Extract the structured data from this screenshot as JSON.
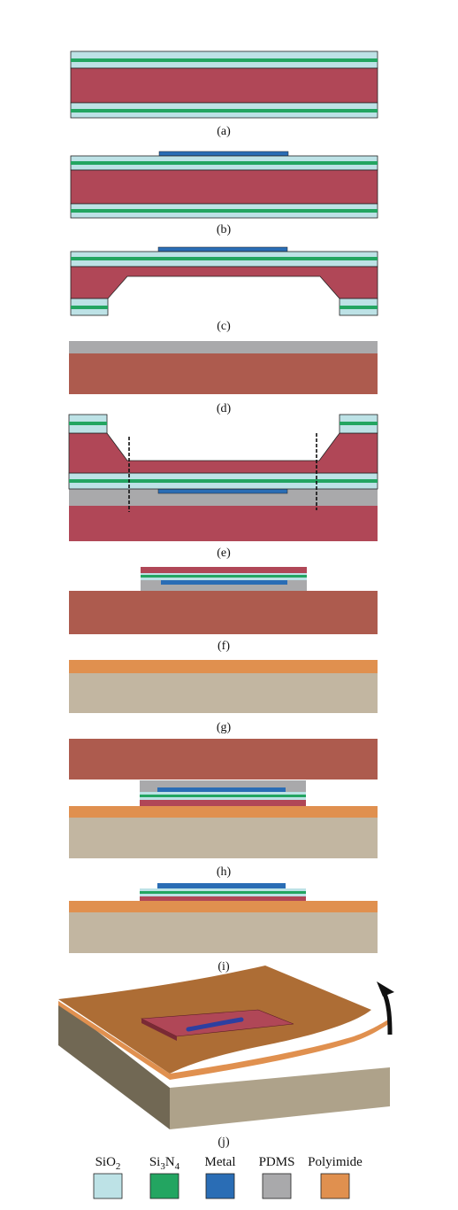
{
  "figure": {
    "step_labels": [
      "(a)",
      "(b)",
      "(c)",
      "(d)",
      "(e)",
      "(f)",
      "(g)",
      "(h)",
      "(i)",
      "(j)"
    ]
  },
  "colors": {
    "silicon": "#b04757",
    "sio2": "#bde2e6",
    "si3n4": "#23a561",
    "metal": "#2a6db5",
    "pdms": "#a9a9ab",
    "polyimide": "#e0904f",
    "handle_wafer": "#ad5b4e",
    "substrate": "#c2b6a1",
    "flex_top": "#ad6d35",
    "flex_side_dark": "#716854",
    "flex_side_light": "#aea28a",
    "chip_metal_3d": "#2d3fa0"
  },
  "legend": {
    "items": [
      {
        "label_base": "SiO",
        "label_sub": "2",
        "label_mid": "",
        "label_sub2": "",
        "color_key": "sio2"
      },
      {
        "label_base": "Si",
        "label_sub": "3",
        "label_mid": "N",
        "label_sub2": "4",
        "color_key": "si3n4"
      },
      {
        "label_base": "Metal",
        "label_sub": "",
        "label_mid": "",
        "label_sub2": "",
        "color_key": "metal"
      },
      {
        "label_base": "PDMS",
        "label_sub": "",
        "label_mid": "",
        "label_sub2": "",
        "color_key": "pdms"
      },
      {
        "label_base": "Polyimide",
        "label_sub": "",
        "label_mid": "",
        "label_sub2": "",
        "color_key": "polyimide"
      }
    ]
  }
}
